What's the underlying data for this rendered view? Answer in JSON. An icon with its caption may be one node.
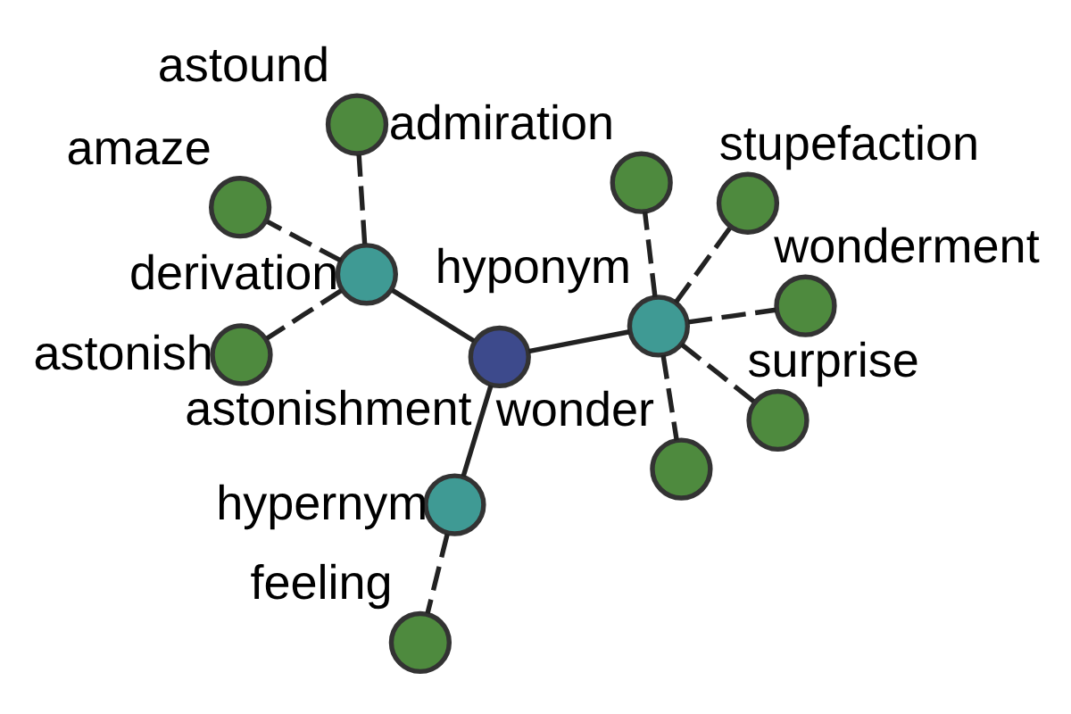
{
  "diagram": {
    "nodes": [
      {
        "text": [
          "astonishment"
        ]
      },
      {
        "text": [
          "derivation"
        ]
      },
      {
        "text": [
          "hypernym"
        ]
      },
      {
        "text": [
          "hyponym"
        ]
      },
      {
        "text": [
          "astound"
        ]
      },
      {
        "text": [
          "amaze"
        ]
      },
      {
        "text": [
          "astonish"
        ]
      },
      {
        "text": [
          "feeling"
        ]
      },
      {
        "text": [
          "wonder"
        ]
      },
      {
        "text": [
          "wonderment"
        ]
      },
      {
        "text": [
          "surprise"
        ]
      },
      {
        "text": [
          "admiration"
        ]
      },
      {
        "text": [
          "stupefaction"
        ]
      }
    ],
    "edges": [
      {
        "from": 0,
        "to": 1,
        "arrow": "none"
      },
      {
        "from": 0,
        "to": 2,
        "arrow": "none"
      },
      {
        "from": 0,
        "to": 3,
        "arrow": "none"
      },
      {
        "from": 1,
        "to": 4,
        "arrow": "none",
        "style": "dashed"
      },
      {
        "from": 1,
        "to": 5,
        "arrow": "none",
        "style": "dashed"
      },
      {
        "from": 1,
        "to": 6,
        "arrow": "none",
        "style": "dashed"
      },
      {
        "from": 2,
        "to": 7,
        "arrow": "none",
        "style": "dashed"
      },
      {
        "from": 3,
        "to": 8,
        "arrow": "none",
        "style": "dashed"
      },
      {
        "from": 3,
        "to": 9,
        "arrow": "none",
        "style": "dashed"
      },
      {
        "from": 3,
        "to": 10,
        "arrow": "none",
        "style": "dashed"
      },
      {
        "from": 3,
        "to": 11,
        "arrow": "none",
        "style": "dashed"
      },
      {
        "from": 3,
        "to": 12,
        "arrow": "none",
        "style": "dashed"
      }
    ]
  }
}
